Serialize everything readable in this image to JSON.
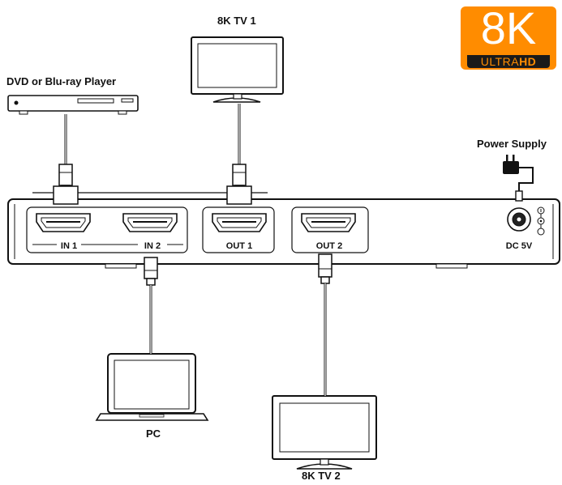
{
  "labels": {
    "tv1": "8K TV 1",
    "dvd": "DVD or Blu-ray Player",
    "power": "Power Supply",
    "pc": "PC",
    "tv2": "8K TV 2"
  },
  "ports": {
    "in1": "IN 1",
    "in2": "IN 2",
    "out1": "OUT 1",
    "out2": "OUT 2",
    "dc": "DC 5V"
  },
  "badge": {
    "big": "8K",
    "ultra": "ULTRA",
    "hd": "HD"
  },
  "colors": {
    "badge_orange": "#ff8c00",
    "line": "#1a1a1a"
  }
}
